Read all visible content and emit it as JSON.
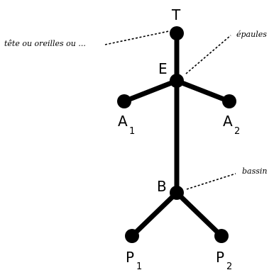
{
  "colors": {
    "ink": "#000000",
    "background": "#ffffff"
  },
  "nodes": {
    "T": {
      "label": "T",
      "sub": ""
    },
    "E": {
      "label": "E",
      "sub": ""
    },
    "A1": {
      "label": "A",
      "sub": "1"
    },
    "A2": {
      "label": "A",
      "sub": "2"
    },
    "B": {
      "label": "B",
      "sub": ""
    },
    "P1": {
      "label": "P",
      "sub": "1"
    },
    "P2": {
      "label": "P",
      "sub": "2"
    }
  },
  "annotations": {
    "head": "tête ou oreilles ou ...",
    "shoulders": "épaules",
    "pelvis": "bassin"
  }
}
